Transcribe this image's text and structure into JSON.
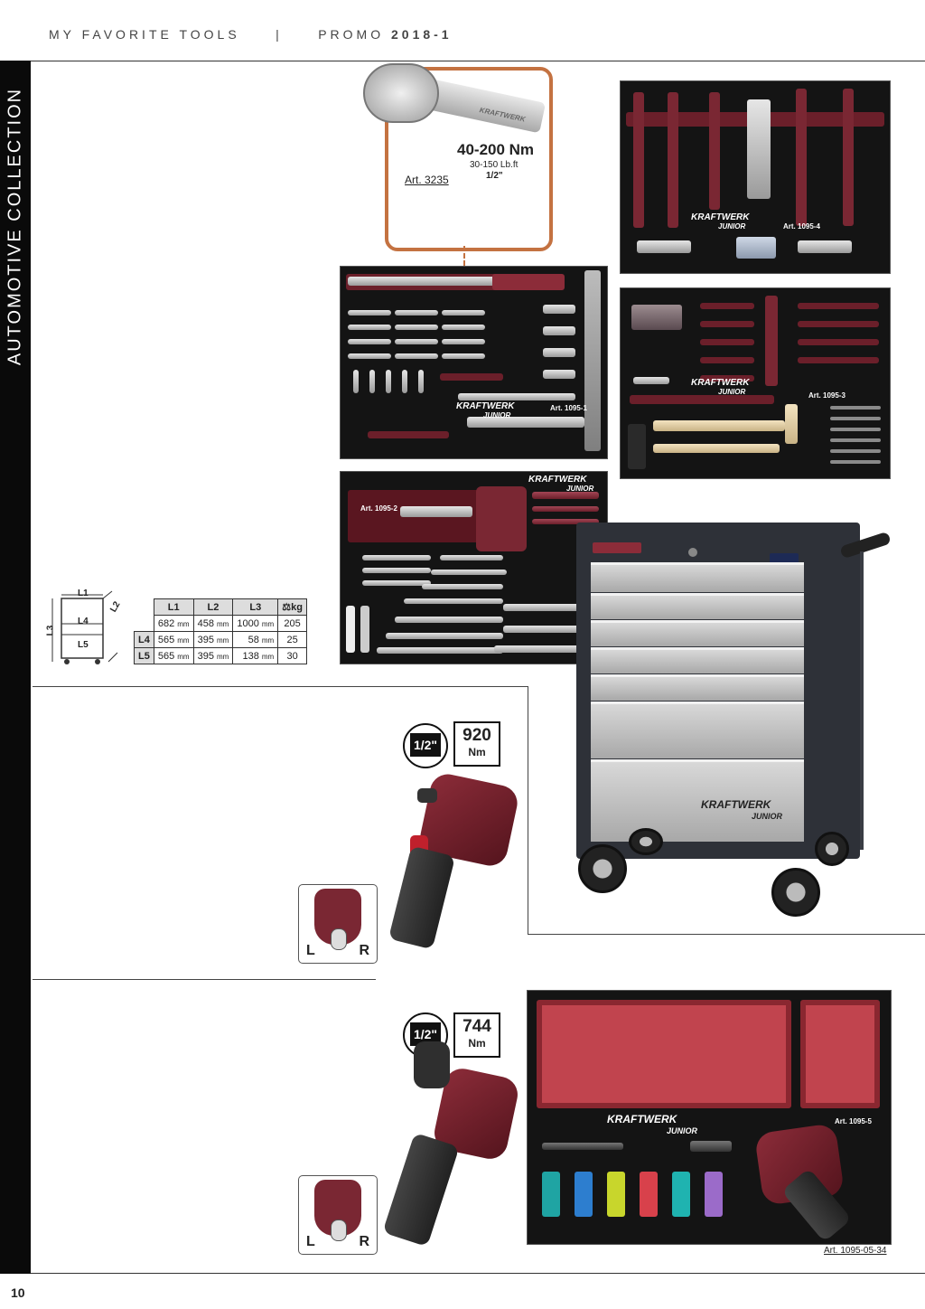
{
  "header": {
    "left_text": "MY FAVORITE TOOLS",
    "separator": "|",
    "promo_prefix": "PROMO",
    "promo_code": "2018-1"
  },
  "sidebar": {
    "label": "AUTOMOTIVE COLLECTION"
  },
  "page_number": "10",
  "torque_callout": {
    "range": "40-200 Nm",
    "imperial": "30-150 Lb.ft",
    "drive": "1/2\"",
    "article": "Art. 3235",
    "brand_on_tool": "KRAFTWERK"
  },
  "brand": {
    "name": "KRAFTWERK",
    "line": "JUNIOR"
  },
  "trays": [
    {
      "article": "Art. 1095-1"
    },
    {
      "article": "Art. 1095-2"
    },
    {
      "article": "Art. 1095-3"
    },
    {
      "article": "Art. 1095-4"
    },
    {
      "article": "Art. 1095-5"
    }
  ],
  "dimensions": {
    "diagram_labels": [
      "L1",
      "L2",
      "L3",
      "L4",
      "L5"
    ],
    "columns": [
      "L1",
      "L2",
      "L3",
      "kg"
    ],
    "rows": [
      {
        "label": "",
        "l1": "682",
        "l2": "458",
        "l3": "1000",
        "kg": "205"
      },
      {
        "label": "L4",
        "l1": "565",
        "l2": "395",
        "l3": "58",
        "kg": "25"
      },
      {
        "label": "L5",
        "l1": "565",
        "l2": "395",
        "l3": "138",
        "kg": "30"
      }
    ],
    "unit": "mm"
  },
  "impact_wrench_1": {
    "drive": "1/2\"",
    "torque": "920",
    "unit": "Nm",
    "left": "L",
    "right": "R"
  },
  "impact_wrench_2": {
    "drive": "1/2\"",
    "torque": "744",
    "unit": "Nm",
    "left": "L",
    "right": "R"
  },
  "bottom_article": "Art. 1095-05-34",
  "colors": {
    "accent_orange": "#c47241",
    "foam_red": "#6b1f2a",
    "tool_red": "#8c2c39",
    "trolley": "#2e3138"
  }
}
